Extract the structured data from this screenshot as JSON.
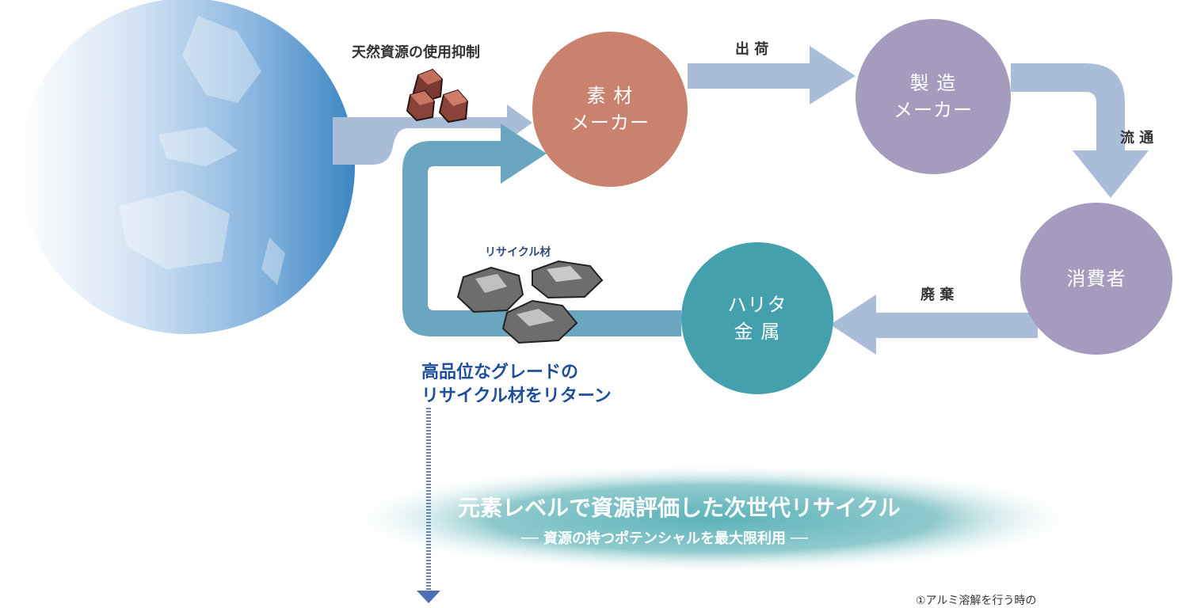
{
  "resource_label": "天然資源の使用抑制",
  "nodes": {
    "material_maker": {
      "line1": "素 材",
      "line2": "メーカー",
      "color": "#c8826e"
    },
    "manufacturer": {
      "line1": "製 造",
      "line2": "メーカー",
      "color": "#a59bbc"
    },
    "consumer": {
      "line1": "消費者",
      "color": "#a59bbc"
    },
    "harita": {
      "line1": "ハリタ",
      "line2": "金 属",
      "color": "#45a0ae"
    }
  },
  "flows": {
    "shipment": "出 荷",
    "distribution": "流 通",
    "disposal": "廃 棄"
  },
  "recycle": {
    "small_label": "リサイクル材",
    "return_line1": "高品位なグレードの",
    "return_line2": "リサイクル材をリターン"
  },
  "banner": {
    "title": "元素レベルで資源評価した次世代リサイクル",
    "subtitle": "── 資源の持つポテンシャルを最大限利用 ──"
  },
  "footnote": "①アルミ溶解を行う時の",
  "colors": {
    "flow_arrow": "#a9bcd8",
    "recycle_loop": "#6aa6c0",
    "return_text": "#1f4e9a",
    "globe": "#4e8fca",
    "banner": "#5fb5bb"
  }
}
